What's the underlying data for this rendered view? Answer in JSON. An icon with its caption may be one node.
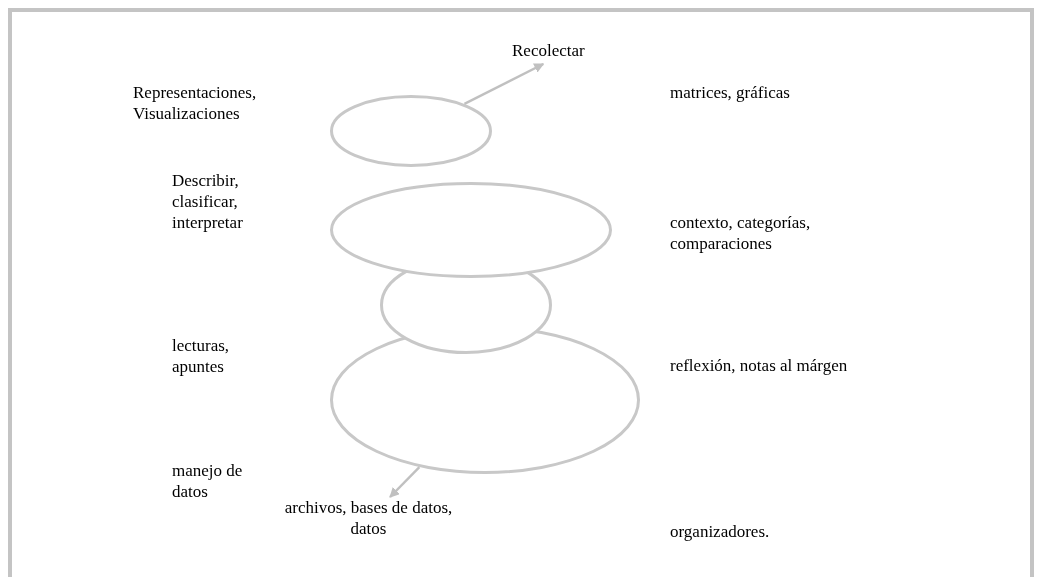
{
  "diagram": {
    "nodes": [
      {
        "text": [
          "Recolectar"
        ]
      },
      {
        "text": [],
        "shape": "ellipse"
      },
      {
        "text": [],
        "shape": "ellipse"
      },
      {
        "text": [],
        "shape": "ellipse"
      },
      {
        "text": [],
        "shape": "ellipse"
      },
      {
        "text": [
          "archivos, bases de datos, datos"
        ]
      }
    ],
    "edges": [
      {
        "from": 1,
        "to": 0,
        "arrow": "to"
      },
      {
        "from": 4,
        "to": 5,
        "arrow": "to"
      }
    ],
    "labels": [
      "Representaciones, Visualizaciones",
      "matrices, gráficas",
      "Describir, clasificar, interpretar",
      "contexto, categorías, comparaciones",
      "lecturas, apuntes",
      "reflexión, notas al márgen",
      "manejo de datos",
      "organizadores."
    ]
  }
}
